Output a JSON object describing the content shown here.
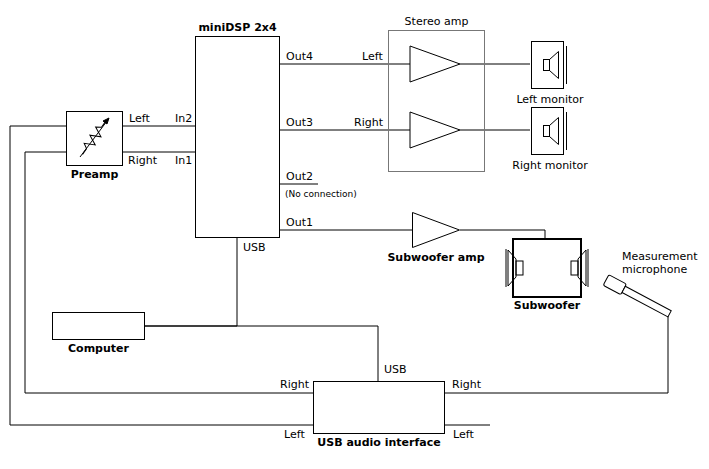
{
  "diagram": {
    "nodes": [
      {
        "text": [
          "miniDSP 2x4"
        ]
      },
      {
        "text": [
          "Stereo amp"
        ]
      },
      {
        "text": [
          "Left monitor"
        ]
      },
      {
        "text": [
          "Right monitor"
        ]
      },
      {
        "text": [
          "Preamp"
        ]
      },
      {
        "text": [
          "Subwoofer amp"
        ]
      },
      {
        "text": [
          "Subwoofer"
        ]
      },
      {
        "text": [
          "Measurement microphone"
        ]
      },
      {
        "text": [
          "Computer"
        ]
      },
      {
        "text": [
          "USB audio interface"
        ]
      }
    ],
    "edges": [
      {
        "from": 4,
        "to": 0,
        "arrow": "none",
        "label": "Left"
      },
      {
        "from": 4,
        "to": 0,
        "arrow": "none",
        "label": "Right"
      },
      {
        "from": 0,
        "to": 1,
        "arrow": "none",
        "label": "Left"
      },
      {
        "from": 0,
        "to": 1,
        "arrow": "none",
        "label": "Right"
      },
      {
        "from": 1,
        "to": 2,
        "arrow": "none"
      },
      {
        "from": 1,
        "to": 3,
        "arrow": "none"
      },
      {
        "from": 0,
        "to": 5,
        "arrow": "none"
      },
      {
        "from": 5,
        "to": 6,
        "arrow": "none"
      },
      {
        "from": 0,
        "to": 8,
        "arrow": "none"
      },
      {
        "from": 8,
        "to": 9,
        "arrow": "none"
      },
      {
        "from": 9,
        "to": 4,
        "arrow": "none"
      },
      {
        "from": 9,
        "to": 4,
        "arrow": "none"
      },
      {
        "from": 7,
        "to": 9,
        "arrow": "none"
      }
    ],
    "labels": [
      "In2",
      "In1",
      "Out4",
      "Out3",
      "Out2",
      "(No connection)",
      "Out1",
      "USB",
      "USB",
      "Right",
      "Left",
      "Right",
      "Left"
    ]
  }
}
